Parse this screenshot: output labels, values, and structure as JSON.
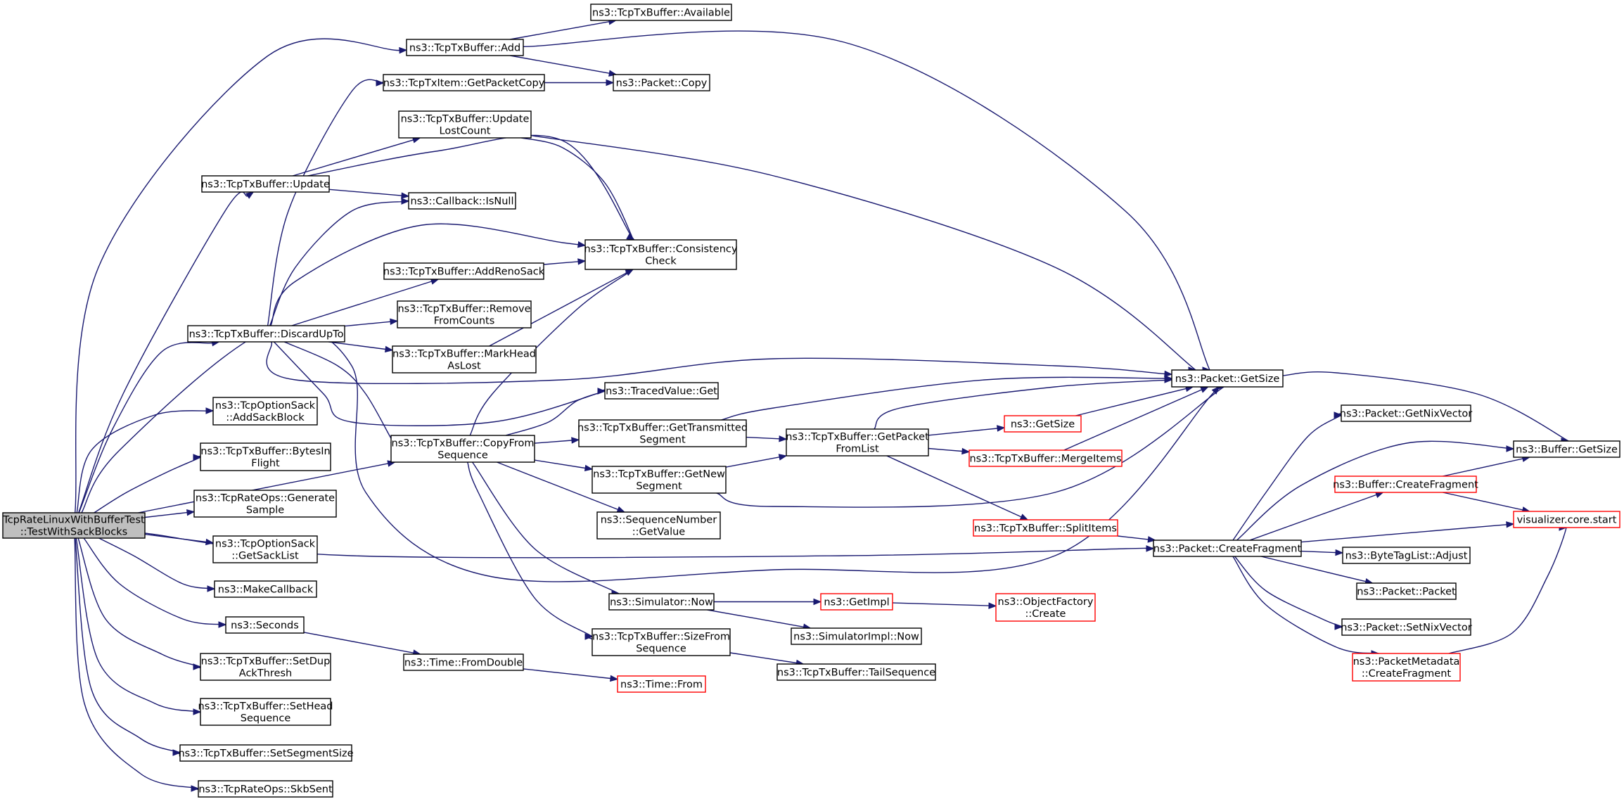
{
  "graph": {
    "title": "",
    "colors": {
      "edge": "#191970",
      "normal_border": "#000000",
      "truncated_border": "#ff0000",
      "root_fill": "#bfbfbf",
      "node_fill": "#ffffff",
      "text": "#000000"
    },
    "nodes": [
      {
        "id": "root",
        "lines": [
          "TcpRateLinuxWithBufferTest",
          "::TestWithSackBlocks"
        ],
        "style": "root"
      },
      {
        "id": "add",
        "lines": [
          "ns3::TcpTxBuffer::Add"
        ],
        "style": "normal"
      },
      {
        "id": "available",
        "lines": [
          "ns3::TcpTxBuffer::Available"
        ],
        "style": "normal"
      },
      {
        "id": "getpacketcopy",
        "lines": [
          "ns3::TcpTxItem::GetPacketCopy"
        ],
        "style": "normal"
      },
      {
        "id": "packetcopy",
        "lines": [
          "ns3::Packet::Copy"
        ],
        "style": "normal"
      },
      {
        "id": "updatelost",
        "lines": [
          "ns3::TcpTxBuffer::Update",
          "LostCount"
        ],
        "style": "normal"
      },
      {
        "id": "update",
        "lines": [
          "ns3::TcpTxBuffer::Update"
        ],
        "style": "normal"
      },
      {
        "id": "isnull",
        "lines": [
          "ns3::Callback::IsNull"
        ],
        "style": "normal"
      },
      {
        "id": "consistency",
        "lines": [
          "ns3::TcpTxBuffer::Consistency",
          "Check"
        ],
        "style": "normal"
      },
      {
        "id": "addrenosack",
        "lines": [
          "ns3::TcpTxBuffer::AddRenoSack"
        ],
        "style": "normal"
      },
      {
        "id": "removefromcounts",
        "lines": [
          "ns3::TcpTxBuffer::Remove",
          "FromCounts"
        ],
        "style": "normal"
      },
      {
        "id": "discardupto",
        "lines": [
          "ns3::TcpTxBuffer::DiscardUpTo"
        ],
        "style": "normal"
      },
      {
        "id": "markhead",
        "lines": [
          "ns3::TcpTxBuffer::MarkHead",
          "AsLost"
        ],
        "style": "normal"
      },
      {
        "id": "packetgetsize",
        "lines": [
          "ns3::Packet::GetSize"
        ],
        "style": "normal"
      },
      {
        "id": "tracedget",
        "lines": [
          "ns3::TracedValue::Get"
        ],
        "style": "normal"
      },
      {
        "id": "addsackblock",
        "lines": [
          "ns3::TcpOptionSack",
          "::AddSackBlock"
        ],
        "style": "normal"
      },
      {
        "id": "gettransmitted",
        "lines": [
          "ns3::TcpTxBuffer::GetTransmitted",
          "Segment"
        ],
        "style": "normal"
      },
      {
        "id": "getpacketfromlist",
        "lines": [
          "ns3::TcpTxBuffer::GetPacket",
          "FromList"
        ],
        "style": "normal"
      },
      {
        "id": "getsize",
        "lines": [
          "ns3::GetSize"
        ],
        "style": "truncated"
      },
      {
        "id": "mergeitems",
        "lines": [
          "ns3::TcpTxBuffer::MergeItems"
        ],
        "style": "truncated"
      },
      {
        "id": "bytesinflight",
        "lines": [
          "ns3::TcpTxBuffer::BytesIn",
          "Flight"
        ],
        "style": "normal"
      },
      {
        "id": "copyfromseq",
        "lines": [
          "ns3::TcpTxBuffer::CopyFrom",
          "Sequence"
        ],
        "style": "normal"
      },
      {
        "id": "getnewseg",
        "lines": [
          "ns3::TcpTxBuffer::GetNew",
          "Segment"
        ],
        "style": "normal"
      },
      {
        "id": "getnixvector",
        "lines": [
          "ns3::Packet::GetNixVector"
        ],
        "style": "normal"
      },
      {
        "id": "buffergetsize",
        "lines": [
          "ns3::Buffer::GetSize"
        ],
        "style": "normal"
      },
      {
        "id": "buffercreatefrag",
        "lines": [
          "ns3::Buffer::CreateFragment"
        ],
        "style": "truncated"
      },
      {
        "id": "generatesample",
        "lines": [
          "ns3::TcpRateOps::Generate",
          "Sample"
        ],
        "style": "normal"
      },
      {
        "id": "seqgetvalue",
        "lines": [
          "ns3::SequenceNumber",
          "::GetValue"
        ],
        "style": "normal"
      },
      {
        "id": "vizstart",
        "lines": [
          "visualizer.core.start"
        ],
        "style": "truncated"
      },
      {
        "id": "splititems",
        "lines": [
          "ns3::TcpTxBuffer::SplitItems"
        ],
        "style": "truncated"
      },
      {
        "id": "getsacklist",
        "lines": [
          "ns3::TcpOptionSack",
          "::GetSackList"
        ],
        "style": "normal"
      },
      {
        "id": "packetcreatefrag",
        "lines": [
          "ns3::Packet::CreateFragment"
        ],
        "style": "normal"
      },
      {
        "id": "bytetagadjust",
        "lines": [
          "ns3::ByteTagList::Adjust"
        ],
        "style": "normal"
      },
      {
        "id": "makecallback",
        "lines": [
          "ns3::MakeCallback"
        ],
        "style": "normal"
      },
      {
        "id": "simnow",
        "lines": [
          "ns3::Simulator::Now"
        ],
        "style": "normal"
      },
      {
        "id": "getimpl",
        "lines": [
          "ns3::GetImpl"
        ],
        "style": "truncated"
      },
      {
        "id": "packetpacket",
        "lines": [
          "ns3::Packet::Packet"
        ],
        "style": "normal"
      },
      {
        "id": "objfactorycreate",
        "lines": [
          "ns3::ObjectFactory",
          "::Create"
        ],
        "style": "truncated"
      },
      {
        "id": "seconds",
        "lines": [
          "ns3::Seconds"
        ],
        "style": "normal"
      },
      {
        "id": "simimplnow",
        "lines": [
          "ns3::SimulatorImpl::Now"
        ],
        "style": "normal"
      },
      {
        "id": "setnixvector",
        "lines": [
          "ns3::Packet::SetNixVector"
        ],
        "style": "normal"
      },
      {
        "id": "sizefromseq",
        "lines": [
          "ns3::TcpTxBuffer::SizeFrom",
          "Sequence"
        ],
        "style": "normal"
      },
      {
        "id": "metacreatefrag",
        "lines": [
          "ns3::PacketMetadata",
          "::CreateFragment"
        ],
        "style": "truncated"
      },
      {
        "id": "setdupack",
        "lines": [
          "ns3::TcpTxBuffer::SetDup",
          "AckThresh"
        ],
        "style": "normal"
      },
      {
        "id": "timefromdouble",
        "lines": [
          "ns3::Time::FromDouble"
        ],
        "style": "normal"
      },
      {
        "id": "tailseq",
        "lines": [
          "ns3::TcpTxBuffer::TailSequence"
        ],
        "style": "normal"
      },
      {
        "id": "timefrom",
        "lines": [
          "ns3::Time::From"
        ],
        "style": "truncated"
      },
      {
        "id": "setheadseq",
        "lines": [
          "ns3::TcpTxBuffer::SetHead",
          "Sequence"
        ],
        "style": "normal"
      },
      {
        "id": "setsegsize",
        "lines": [
          "ns3::TcpTxBuffer::SetSegmentSize"
        ],
        "style": "normal"
      },
      {
        "id": "skbsent",
        "lines": [
          "ns3::TcpRateOps::SkbSent"
        ],
        "style": "normal"
      }
    ],
    "edges": [
      [
        "root",
        "add"
      ],
      [
        "root",
        "update"
      ],
      [
        "root",
        "discardupto"
      ],
      [
        "root",
        "packetgetsize"
      ],
      [
        "root",
        "addsackblock"
      ],
      [
        "root",
        "bytesinflight"
      ],
      [
        "root",
        "copyfromseq"
      ],
      [
        "root",
        "generatesample"
      ],
      [
        "root",
        "getsacklist"
      ],
      [
        "root",
        "packetcreatefrag"
      ],
      [
        "root",
        "makecallback"
      ],
      [
        "root",
        "seconds"
      ],
      [
        "root",
        "setdupack"
      ],
      [
        "root",
        "setheadseq"
      ],
      [
        "root",
        "setsegsize"
      ],
      [
        "root",
        "skbsent"
      ],
      [
        "add",
        "available"
      ],
      [
        "add",
        "packetcopy"
      ],
      [
        "add",
        "packetgetsize"
      ],
      [
        "getpacketcopy",
        "packetcopy"
      ],
      [
        "updatelost",
        "consistency"
      ],
      [
        "updatelost",
        "packetgetsize"
      ],
      [
        "update",
        "updatelost"
      ],
      [
        "update",
        "isnull"
      ],
      [
        "update",
        "consistency"
      ],
      [
        "addrenosack",
        "consistency"
      ],
      [
        "markhead",
        "consistency"
      ],
      [
        "discardupto",
        "getpacketcopy"
      ],
      [
        "discardupto",
        "isnull"
      ],
      [
        "discardupto",
        "consistency"
      ],
      [
        "discardupto",
        "addrenosack"
      ],
      [
        "discardupto",
        "removefromcounts"
      ],
      [
        "discardupto",
        "markhead"
      ],
      [
        "discardupto",
        "packetgetsize"
      ],
      [
        "discardupto",
        "tracedget"
      ],
      [
        "discardupto",
        "copyfromseq"
      ],
      [
        "copyfromseq",
        "consistency"
      ],
      [
        "copyfromseq",
        "tracedget"
      ],
      [
        "copyfromseq",
        "gettransmitted"
      ],
      [
        "copyfromseq",
        "getnewseg"
      ],
      [
        "copyfromseq",
        "seqgetvalue"
      ],
      [
        "copyfromseq",
        "simnow"
      ],
      [
        "copyfromseq",
        "sizefromseq"
      ],
      [
        "gettransmitted",
        "packetgetsize"
      ],
      [
        "gettransmitted",
        "getpacketfromlist"
      ],
      [
        "getnewseg",
        "getpacketfromlist"
      ],
      [
        "getnewseg",
        "packetgetsize"
      ],
      [
        "getpacketfromlist",
        "packetgetsize"
      ],
      [
        "getpacketfromlist",
        "getsize"
      ],
      [
        "getpacketfromlist",
        "mergeitems"
      ],
      [
        "getpacketfromlist",
        "splititems"
      ],
      [
        "getsize",
        "packetgetsize"
      ],
      [
        "mergeitems",
        "packetgetsize"
      ],
      [
        "packetgetsize",
        "buffergetsize"
      ],
      [
        "splititems",
        "packetcreatefrag"
      ],
      [
        "packetcreatefrag",
        "getnixvector"
      ],
      [
        "packetcreatefrag",
        "buffergetsize"
      ],
      [
        "packetcreatefrag",
        "buffercreatefrag"
      ],
      [
        "packetcreatefrag",
        "vizstart"
      ],
      [
        "packetcreatefrag",
        "bytetagadjust"
      ],
      [
        "packetcreatefrag",
        "packetpacket"
      ],
      [
        "packetcreatefrag",
        "setnixvector"
      ],
      [
        "packetcreatefrag",
        "metacreatefrag"
      ],
      [
        "buffercreatefrag",
        "buffergetsize"
      ],
      [
        "buffercreatefrag",
        "vizstart"
      ],
      [
        "metacreatefrag",
        "vizstart"
      ],
      [
        "simnow",
        "getimpl"
      ],
      [
        "simnow",
        "simimplnow"
      ],
      [
        "getimpl",
        "objfactorycreate"
      ],
      [
        "seconds",
        "timefromdouble"
      ],
      [
        "timefromdouble",
        "timefrom"
      ],
      [
        "sizefromseq",
        "tailseq"
      ]
    ]
  }
}
